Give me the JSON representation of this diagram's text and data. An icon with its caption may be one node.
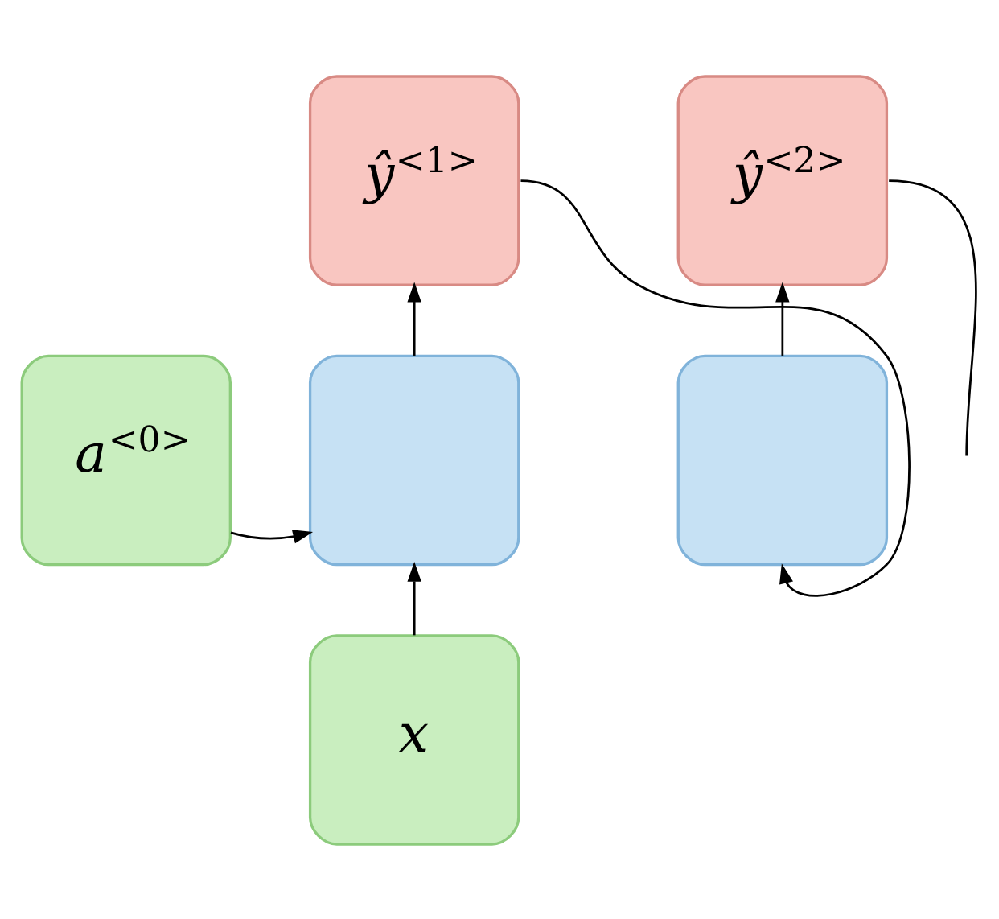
{
  "diagram": {
    "nodes": [
      {
        "text": [
          "ŷ$^{<1>}$"
        ]
      },
      {
        "text": [
          "ŷ$^{<2>}$"
        ]
      },
      {
        "text": [
          "a$^{<0>}$"
        ]
      },
      {
        "text": [],
        "shape": "box"
      },
      {
        "text": [],
        "shape": "box"
      },
      {
        "text": [
          "x"
        ]
      }
    ],
    "edges": [
      {
        "from": 2,
        "to": 3,
        "arrow": "to"
      },
      {
        "from": 3,
        "to": 0,
        "arrow": "to"
      },
      {
        "from": 5,
        "to": 3,
        "arrow": "to"
      },
      {
        "from": 4,
        "to": 1,
        "arrow": "to"
      },
      {
        "from": 0,
        "to": 4,
        "arrow": "to"
      },
      {
        "from": 1,
        "to": null,
        "arrow": "none"
      }
    ]
  }
}
